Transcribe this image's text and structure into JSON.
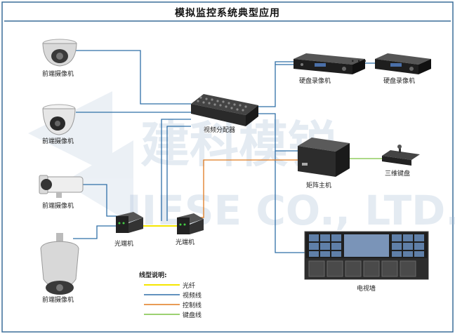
{
  "title": "模拟监控系统典型应用",
  "watermark": {
    "cn": "建科模锐",
    "en": "JIESE CO., LTD."
  },
  "devices": {
    "camera_dome1": "前端摄像机",
    "camera_dome2": "前端摄像机",
    "camera_bullet": "前端摄像机",
    "camera_ptz": "前端摄像机",
    "optical1": "光端机",
    "optical2": "光端机",
    "distributor": "视频分配器",
    "dvr1": "硬盘录像机",
    "dvr2": "硬盘录像机",
    "matrix": "矩阵主机",
    "keyboard": "三维键盘",
    "tvwall": "电视墙",
    "ellipsis": "· · ·"
  },
  "legend": {
    "title": "线型说明:",
    "items": [
      {
        "label": "光纤",
        "color": "#f5e600"
      },
      {
        "label": "视频线",
        "color": "#2f6fa8"
      },
      {
        "label": "控制线",
        "color": "#e07a1f"
      },
      {
        "label": "键盘线",
        "color": "#7cc242"
      }
    ]
  },
  "colors": {
    "fiber": "#f5e600",
    "video": "#2f6fa8",
    "control": "#e07a1f",
    "keyboard": "#7cc242",
    "frame": "#2b5c8a"
  }
}
